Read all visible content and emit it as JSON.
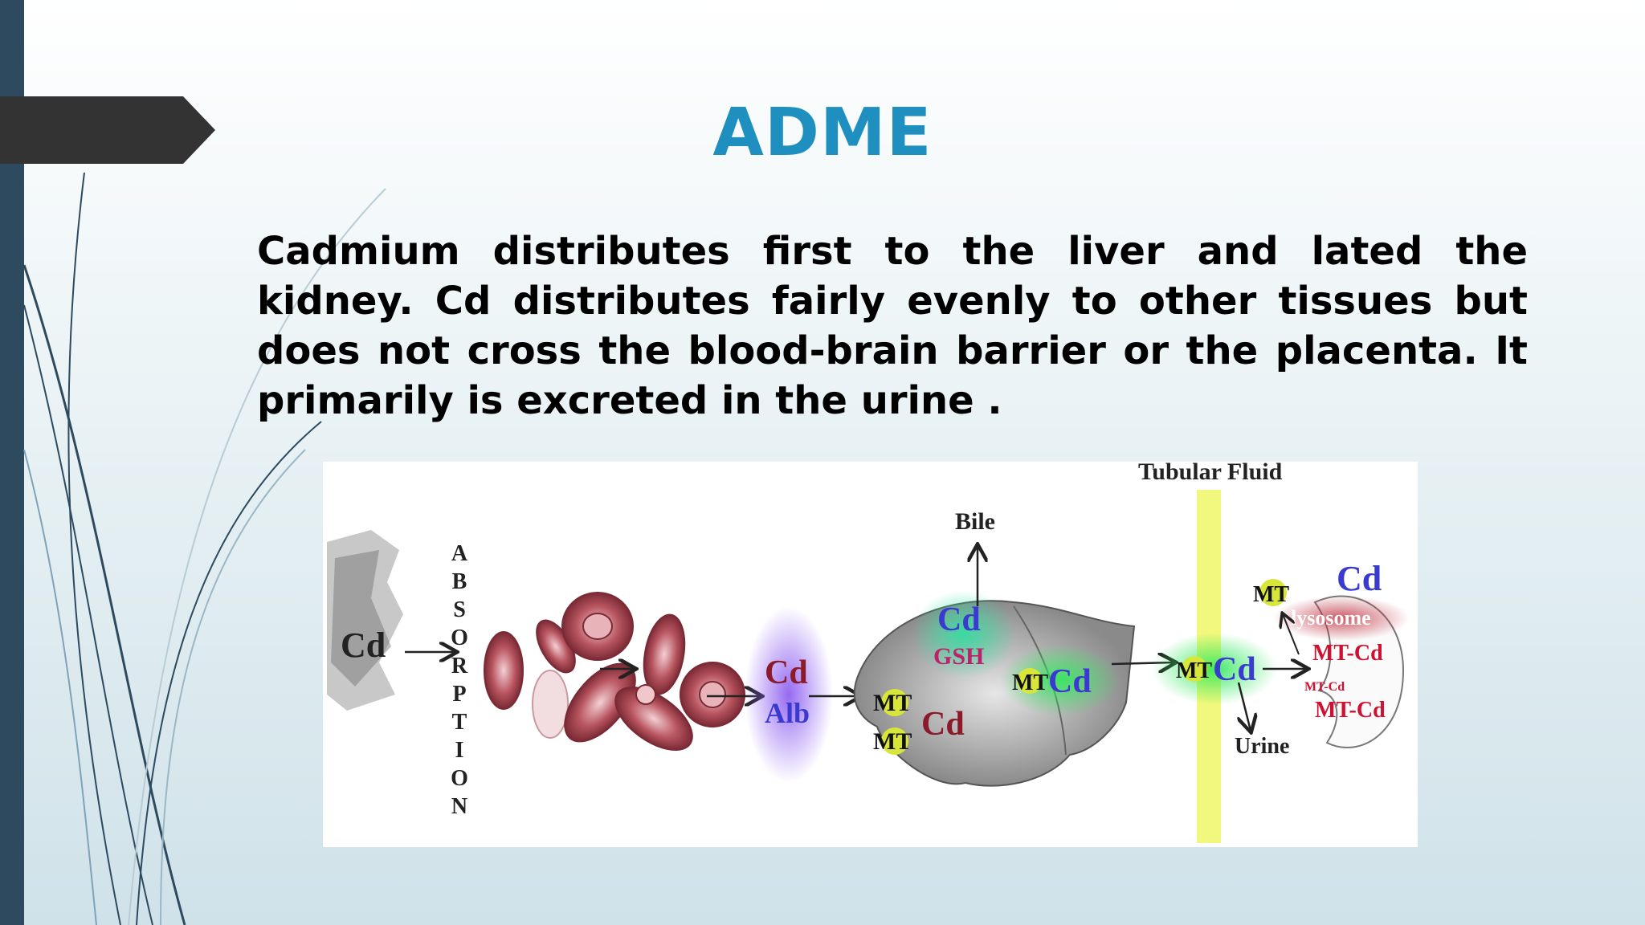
{
  "slide": {
    "title": "ADME",
    "body": "Cadmium distributes first to the liver and lated the kidney. Cd distributes fairly evenly to other tissues but does not cross the blood-brain barrier or the placenta. It primarily is excreted in the urine ."
  },
  "diagram": {
    "cd_source": "Cd",
    "absorption_letters": [
      "A",
      "B",
      "S",
      "O",
      "R",
      "P",
      "T",
      "I",
      "O",
      "N"
    ],
    "cd_alb": "Cd",
    "alb": "Alb",
    "liver_mt1": "MT",
    "liver_mt2": "MT",
    "liver_cd": "Cd",
    "bile": "Bile",
    "gsh_cd": "Cd",
    "gsh": "GSH",
    "liver_mt_cd_mt": "MT",
    "liver_mt_cd_cd": "Cd",
    "tubular_fluid": "Tubular Fluid",
    "tubule_mt": "MT",
    "tubule_cd": "Cd",
    "urine": "Urine",
    "kidney_mt": "MT",
    "kidney_cd": "Cd",
    "lysosome": "lysosome",
    "mt_cd_1": "MT-Cd",
    "mt_cd_small": "MT-Cd",
    "mt_cd_2": "MT-Cd"
  },
  "colors": {
    "title": "#1f8fbf",
    "sidebar": "#2d4a5e",
    "tab": "#333333",
    "rbc": "#a84a55",
    "cd_dark_red": "#8b1a2a",
    "cd_blue": "#3a3ad0",
    "gsh": "#c0206a",
    "mt_cd_red": "#d01030"
  }
}
